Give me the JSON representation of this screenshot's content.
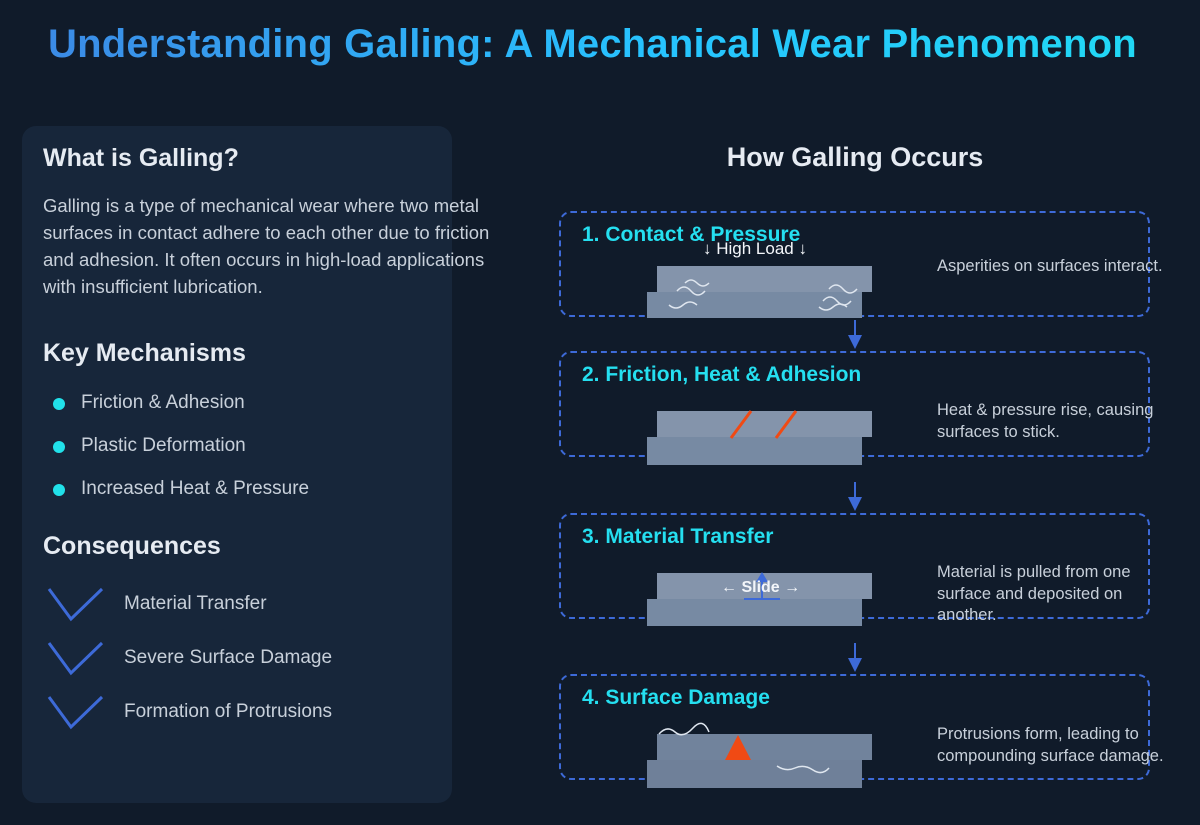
{
  "title": "Understanding Galling: A Mechanical Wear Phenomenon",
  "left": {
    "what_heading": "What is Galling?",
    "what_text": "Galling is a type of mechanical wear where two metal surfaces in contact adhere to each other due to friction and adhesion. It often occurs in high-load applications with insufficient lubrication.",
    "mechanisms_heading": "Key Mechanisms",
    "mechanisms": [
      "Friction & Adhesion",
      "Plastic Deformation",
      "Increased Heat & Pressure"
    ],
    "consequences_heading": "Consequences",
    "consequences": [
      "Material Transfer",
      "Severe Surface Damage",
      "Formation of Protrusions"
    ]
  },
  "process": {
    "heading": "How Galling Occurs",
    "stages": [
      {
        "title": "1. Contact & Pressure",
        "label": "↓ High Load ↓",
        "desc": "Asperities on surfaces interact."
      },
      {
        "title": "2. Friction, Heat & Adhesion",
        "desc": "Heat & pressure rise, causing surfaces to stick."
      },
      {
        "title": "3. Material Transfer",
        "label": "← Slide →",
        "desc": "Material is pulled from one surface and deposited on another."
      },
      {
        "title": "4. Surface Damage",
        "desc": "Protrusions form, leading to compounding surface damage."
      }
    ]
  },
  "colors": {
    "accent": "#25dff0",
    "arrow": "#3d6ad8",
    "damage": "#f04a14"
  }
}
